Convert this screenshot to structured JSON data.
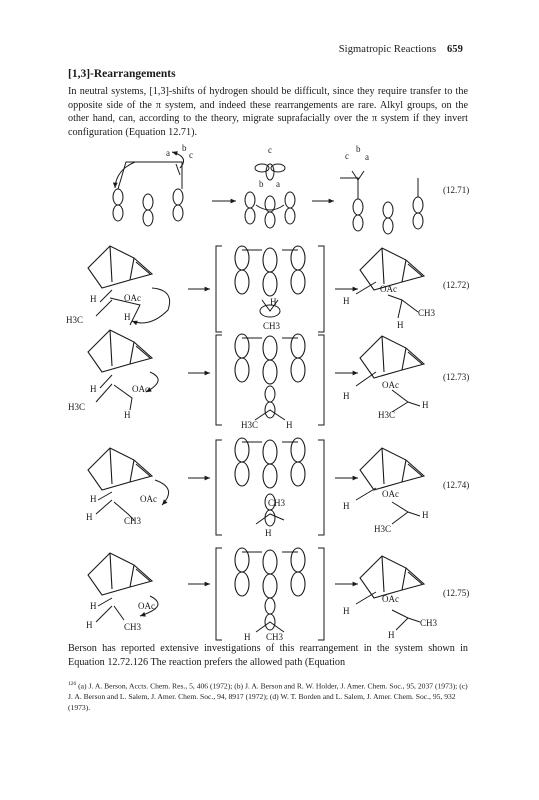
{
  "header": {
    "running_title": "Sigmatropic Reactions",
    "page_number": "659"
  },
  "section_title": "[1,3]-Rearrangements",
  "paragraph_top": "In neutral systems, [1,3]-shifts of hydrogen should be difficult, since they require transfer to the opposite side of the π system, and indeed these rearrangements are rare. Alkyl groups, on the other hand, can, according to the theory, migrate suprafacially over the π system if they invert configuration (Equation 12.71).",
  "equations": {
    "eq71": {
      "number": "(12.71)",
      "labels": {
        "a1": "a",
        "b1": "b",
        "c1": "c",
        "c2": "c",
        "b2": "b",
        "a2": "a",
        "c3": "c",
        "b3": "b",
        "a3": "a"
      }
    },
    "eq72": {
      "number": "(12.72)",
      "labels": {
        "h_left": "H",
        "oac_left": "OAc",
        "h3c_left": "H3C",
        "h2_left": "H",
        "h_mid": "H",
        "ch3_mid": "CH3",
        "oac_right": "OAc",
        "h_right": "H",
        "ch3_right": "CH3",
        "h2_right": "H"
      }
    },
    "eq73": {
      "number": "(12.73)",
      "labels": {
        "h_left": "H",
        "oac_left": "OAc",
        "h3c_left": "H3C",
        "h2_left": "H",
        "h3c_mid": "H3C",
        "h_mid": "H",
        "oac_right": "OAc",
        "h_right": "H",
        "h3c_right": "H3C",
        "h2_right": "H"
      }
    },
    "eq74": {
      "number": "(12.74)",
      "labels": {
        "h_left": "H",
        "oac_left": "OAc",
        "h2_left": "H",
        "ch3_left": "CH3",
        "ch3_mid": "CH3",
        "h_mid": "H",
        "oac_right": "OAc",
        "h_right": "H",
        "h3c_right": "H3C",
        "h2_right": "H"
      }
    },
    "eq75": {
      "number": "(12.75)",
      "labels": {
        "h_left": "H",
        "oac_left": "OAc",
        "h2_left": "H",
        "ch3_left": "CH3",
        "h_mid": "H",
        "ch3_mid": "CH3",
        "oac_right": "OAc",
        "h_right": "H",
        "ch3_right": "CH3",
        "h2_right": "H"
      }
    }
  },
  "paragraph_bottom": "Berson has reported extensive investigations of this rearrangement in the system shown in Equation 12.72.126 The reaction prefers the allowed path (Equation",
  "footnote": {
    "marker": "126",
    "text": "(a) J. A. Berson, Accts. Chem. Res., 5, 406 (1972); (b) J. A. Berson and R. W. Holder, J. Amer. Chem. Soc., 95, 2037 (1973); (c) J. A. Berson and L. Salem, J. Amer. Chem. Soc., 94, 8917 (1972); (d) W. T. Borden and L. Salem, J. Amer. Chem. Soc., 95, 932 (1973)."
  }
}
